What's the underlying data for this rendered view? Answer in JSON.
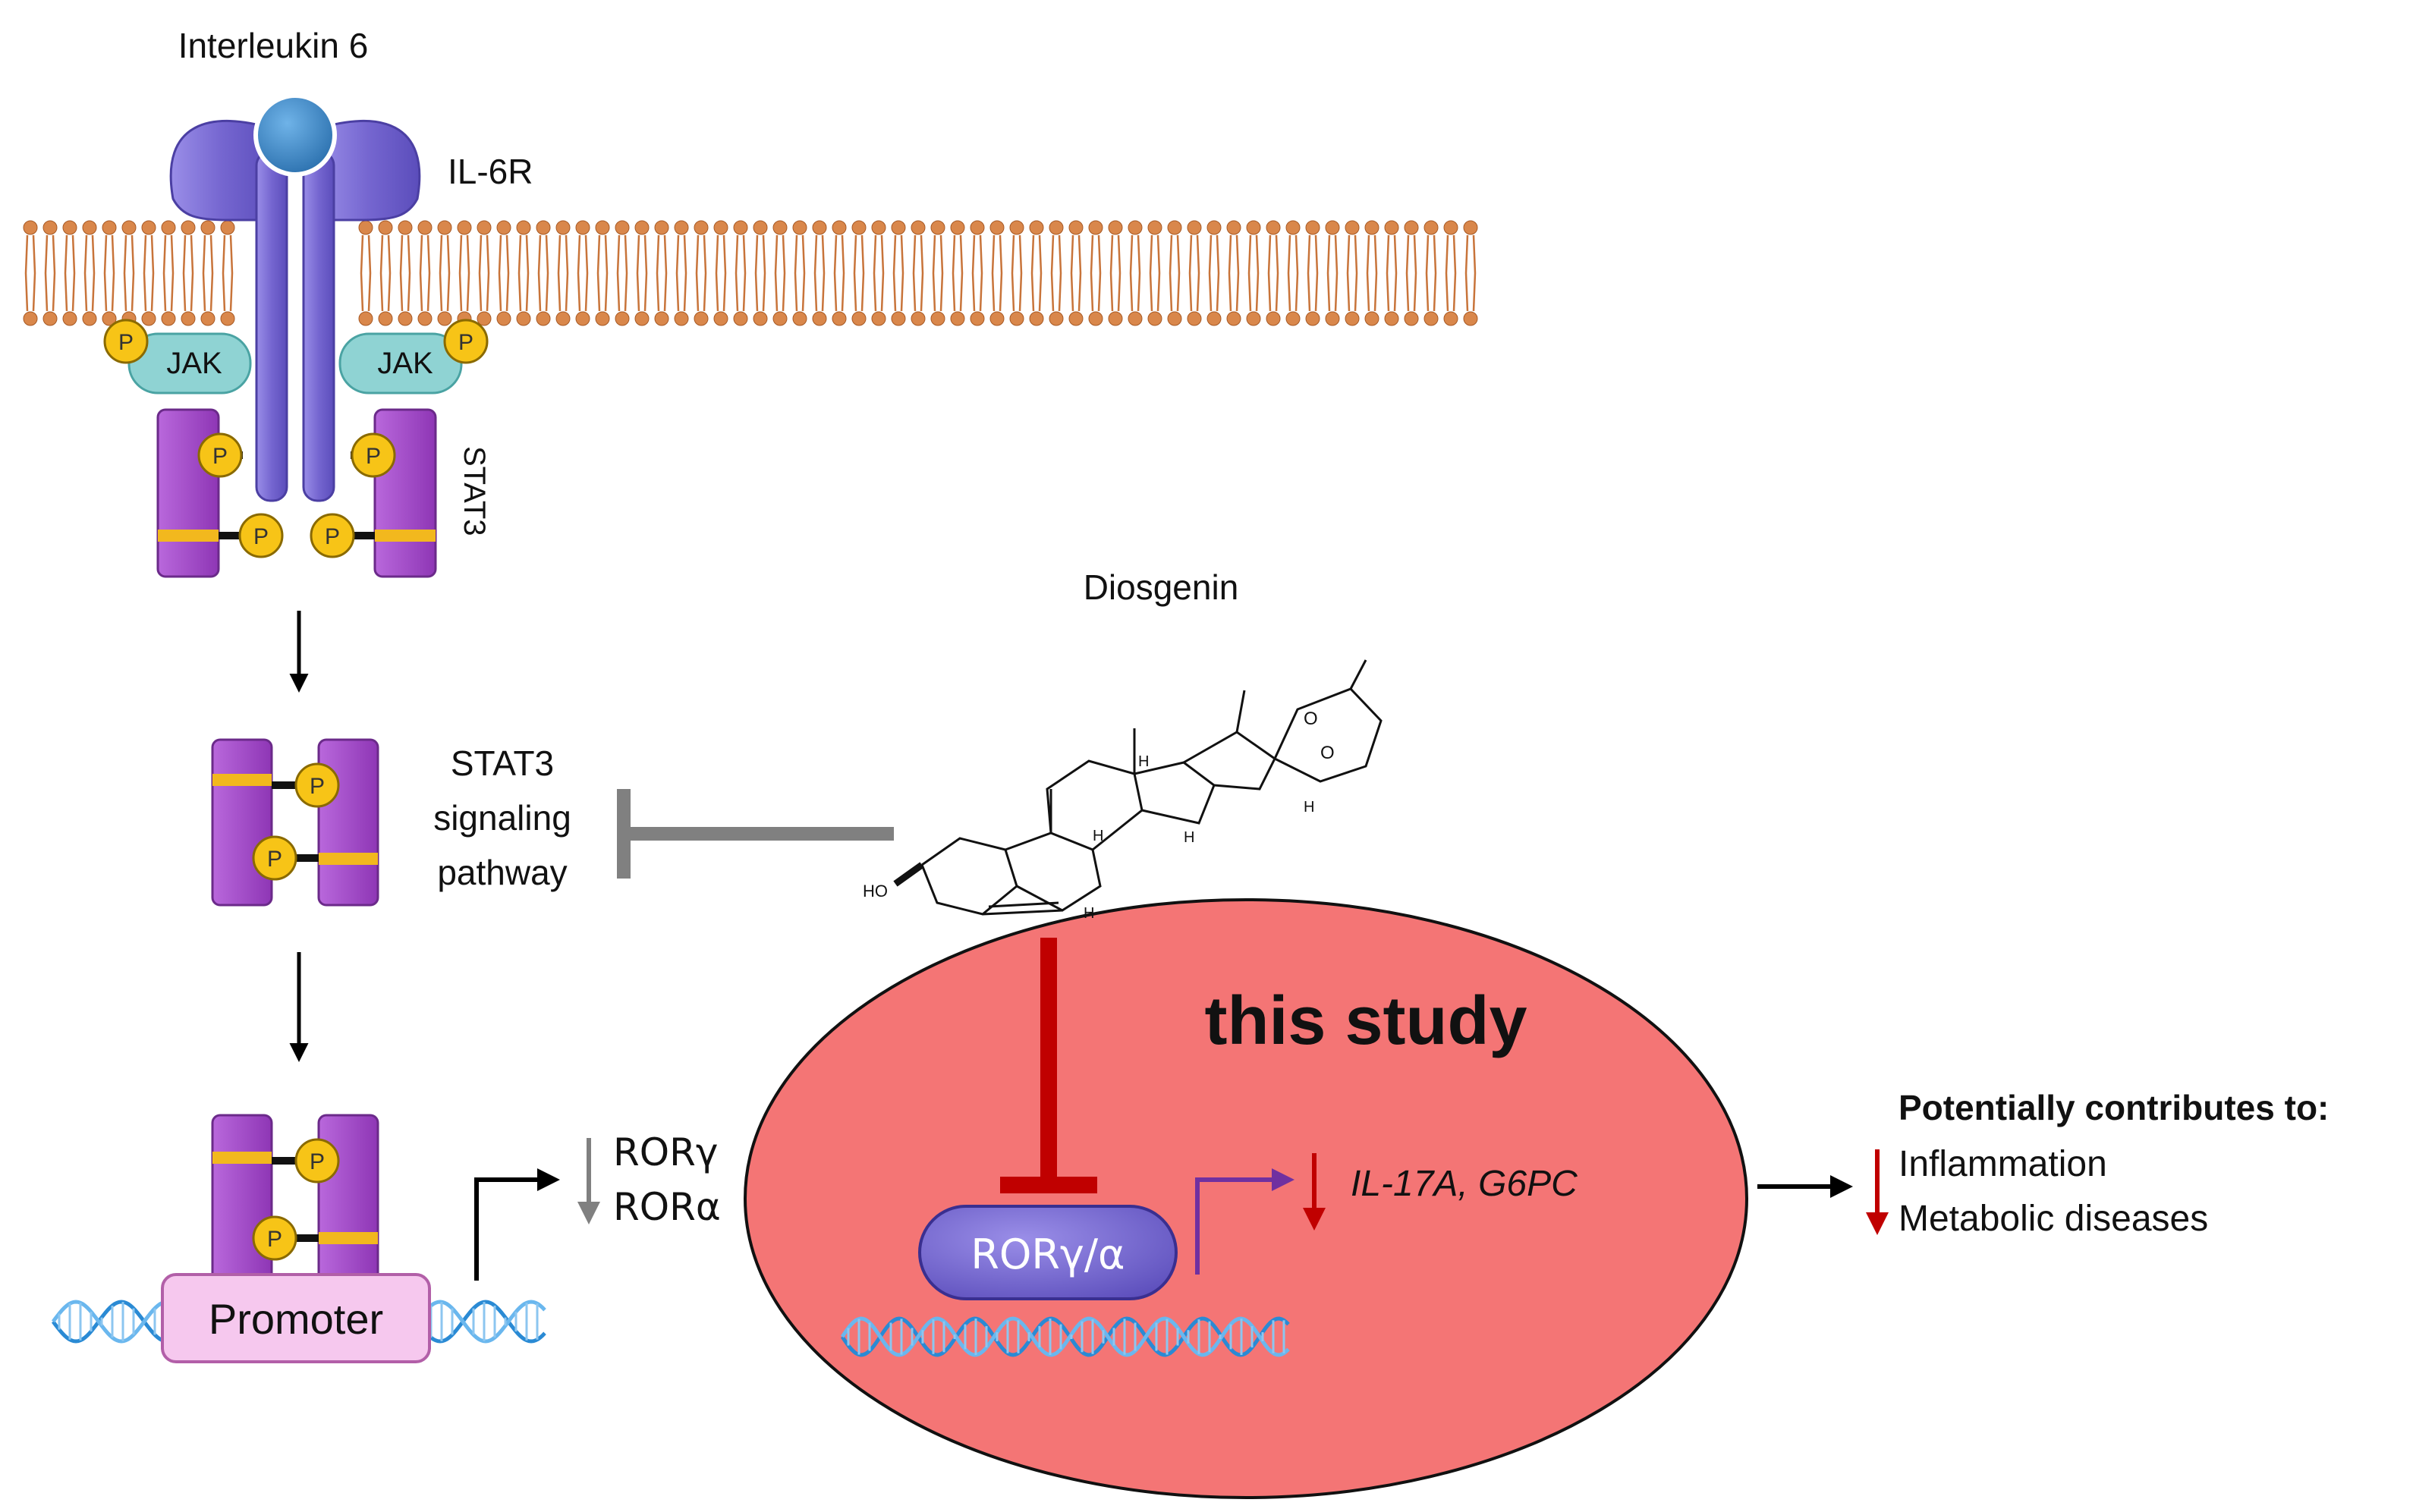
{
  "ligand": {
    "label": "Interleukin 6"
  },
  "receptor": {
    "label": "IL-6R"
  },
  "kinase": {
    "left_label": "JAK",
    "right_label": "JAK"
  },
  "phospho": {
    "label": "P"
  },
  "stat3": {
    "label": "STAT3"
  },
  "pathway": {
    "line1": "STAT3",
    "line2": "signaling",
    "line3": "pathway"
  },
  "promoter": {
    "label": "Promoter"
  },
  "targets": {
    "ror_gamma": "RORγ",
    "ror_alpha": "RORα"
  },
  "compound": {
    "label": "Diosgenin",
    "ho_label": "HO",
    "o_label": "O",
    "h_label": "H"
  },
  "study": {
    "label": "this study",
    "complex_label": "RORγ/α",
    "genes": "IL-17A, G6PC"
  },
  "outcome": {
    "heading": "Potentially contributes to:",
    "item1": "Inflammation",
    "item2": "Metabolic diseases"
  },
  "colors": {
    "membrane": "#c8743a",
    "receptor": "#7b6fd1",
    "stat3": "#a24bc8",
    "stat3_band": "#f2b81e",
    "phospho": "#f7c417",
    "jak": "#8fd3d3",
    "ligand": "#3a86c8",
    "study_ellipse": "#f47575",
    "inhibit_red": "#c00000",
    "inhibit_gray": "#808080",
    "promoter": "#f6c8ee",
    "dna": "#2a8ad4"
  }
}
